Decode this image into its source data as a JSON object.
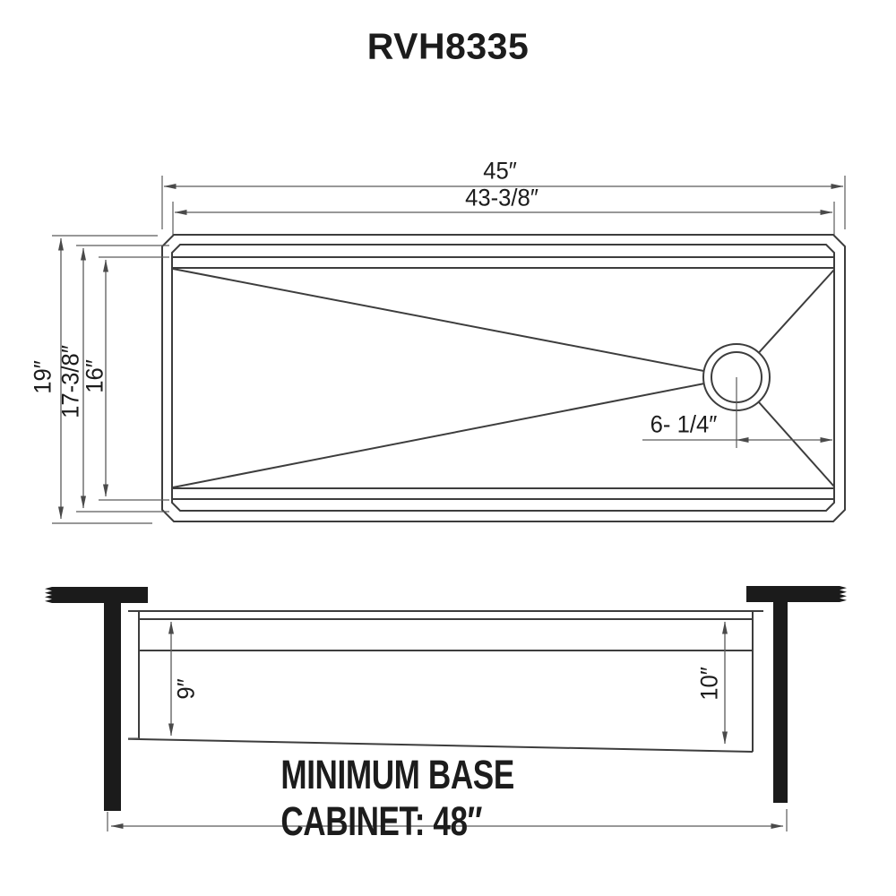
{
  "title": "RVH8335",
  "top_view": {
    "name": "sink plan view",
    "dims": {
      "outer_width": "45″",
      "inner_width": "43-3/8″",
      "outer_height": "19″",
      "mid_height": "17-3/8″",
      "inner_height": "16″",
      "drain_offset": "6- 1/4″"
    }
  },
  "side_view": {
    "name": "sink section view in base cabinet",
    "dims": {
      "left_depth": "9″",
      "right_depth": "10″"
    },
    "note": "MINIMUM BASE CABINET: 48″"
  },
  "colors": {
    "background": "#ffffff",
    "outline": "#3d3d3d",
    "dimension_line": "#5a5a5a",
    "text": "#1c1c1c",
    "cabinet_solid": "#1b1b1b"
  }
}
